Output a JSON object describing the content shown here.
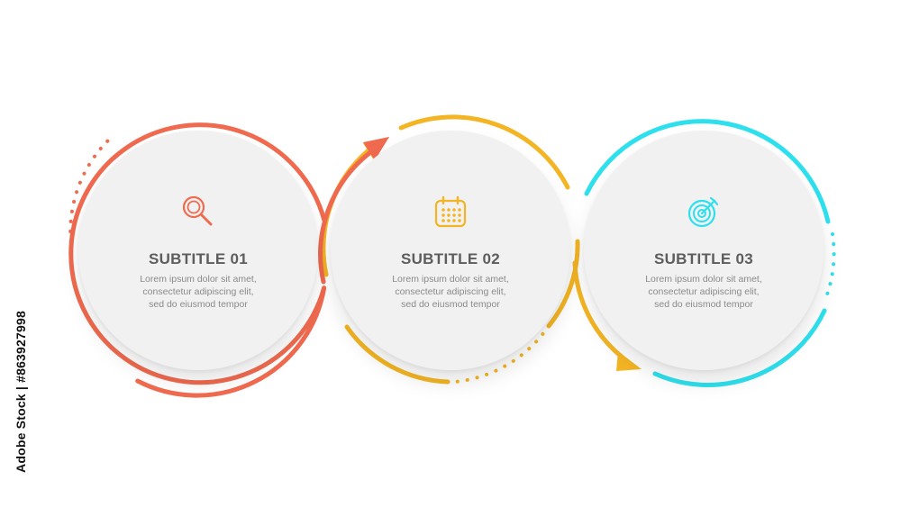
{
  "colors": {
    "step1": "#f06a4f",
    "step2": "#f4b524",
    "step3": "#2ee0ee",
    "card": "#f1f1f1",
    "title": "#5d5d5d",
    "body": "#8a8a8a"
  },
  "steps": [
    {
      "title": "SUBTITLE 01",
      "icon": "magnifier-icon",
      "body": [
        "Lorem ipsum dolor sit amet,",
        "consectetur adipiscing elit,",
        "sed do eiusmod tempor"
      ]
    },
    {
      "title": "SUBTITLE 02",
      "icon": "calendar-icon",
      "body": [
        "Lorem ipsum dolor sit amet,",
        "consectetur adipiscing elit,",
        "sed do eiusmod tempor"
      ]
    },
    {
      "title": "SUBTITLE 03",
      "icon": "target-icon",
      "body": [
        "Lorem ipsum dolor sit amet,",
        "consectetur adipiscing elit,",
        "sed do eiusmod tempor"
      ]
    }
  ],
  "watermark_id": "Adobe Stock | #863927998"
}
